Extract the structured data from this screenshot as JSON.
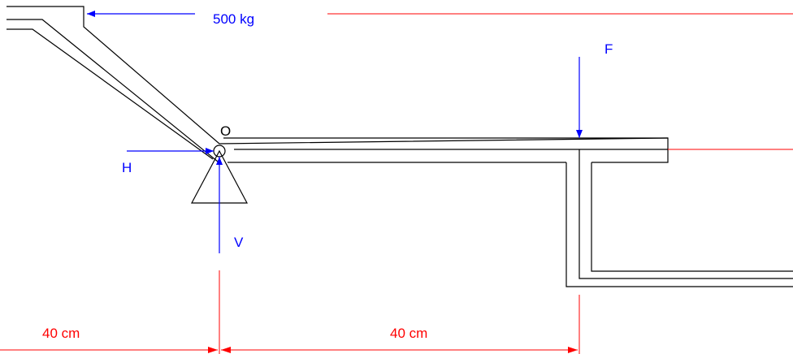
{
  "labels": {
    "load": "500 kg",
    "force": "F",
    "pivot": "O",
    "horizontal_reaction": "H",
    "vertical_reaction": "V",
    "dim_left": "40 cm",
    "dim_right": "40 cm"
  },
  "colors": {
    "structure": "#000000",
    "force_arrows": "#0000ff",
    "dimensions": "#ff0000"
  }
}
